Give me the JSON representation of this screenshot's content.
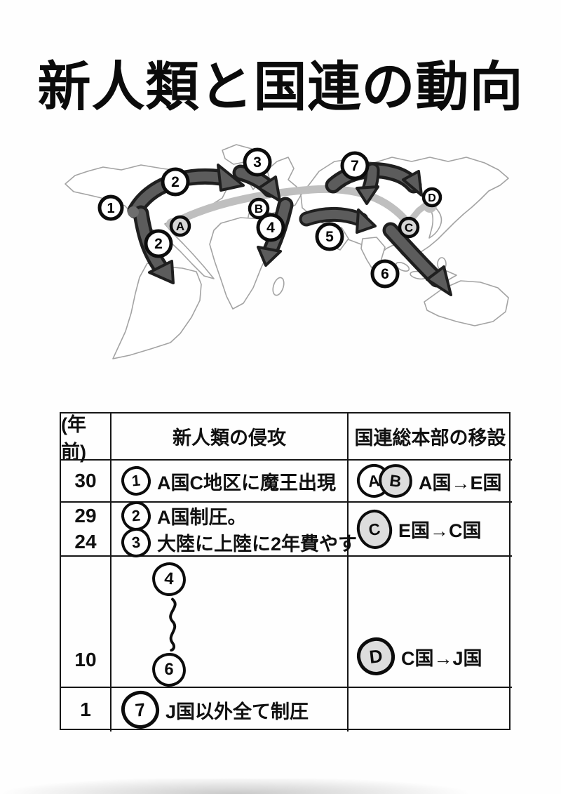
{
  "title": "新人類と国連の動向",
  "map": {
    "invasion_markers": [
      {
        "label": "1"
      },
      {
        "label": "2"
      },
      {
        "label": "2"
      },
      {
        "label": "3"
      },
      {
        "label": "4"
      },
      {
        "label": "5"
      },
      {
        "label": "6"
      },
      {
        "label": "7"
      }
    ],
    "relocation_markers": [
      {
        "label": "A"
      },
      {
        "label": "B"
      },
      {
        "label": "C"
      },
      {
        "label": "D"
      }
    ]
  },
  "table": {
    "col_headers": [
      "(年前)",
      "新人類の侵攻",
      "国連総本部の移設"
    ],
    "rows": [
      {
        "years": [
          "30"
        ],
        "invasion": [
          {
            "marker": "1",
            "text": "A国C地区に魔王出現"
          }
        ],
        "relocation": {
          "markers": [
            "A",
            "B"
          ],
          "text": "A国→E国"
        }
      },
      {
        "years": [
          "29",
          "24"
        ],
        "invasion": [
          {
            "marker": "2",
            "text": "A国制圧。"
          },
          {
            "marker": "3",
            "text": "大陸に上陸に2年費やす"
          }
        ],
        "relocation": {
          "markers": [
            "C"
          ],
          "text": "E国→C国"
        }
      },
      {
        "years": [
          "10"
        ],
        "invasion": [
          {
            "marker": "4",
            "text": ""
          },
          {
            "marker": "6",
            "text": ""
          }
        ],
        "relocation": {
          "markers": [
            "D"
          ],
          "text": "C国→J国"
        }
      },
      {
        "years": [
          "1"
        ],
        "invasion": [
          {
            "marker": "7",
            "text": "J国以外全て制圧"
          }
        ],
        "relocation": {
          "markers": [],
          "text": ""
        }
      }
    ]
  },
  "colors": {
    "ink": "#111111",
    "arrow_fill": "#5c5c5c",
    "arrow_outline": "#1f1f1f",
    "route_gray": "#bfbfbf",
    "marker_highlight": "#d6d6d6"
  }
}
